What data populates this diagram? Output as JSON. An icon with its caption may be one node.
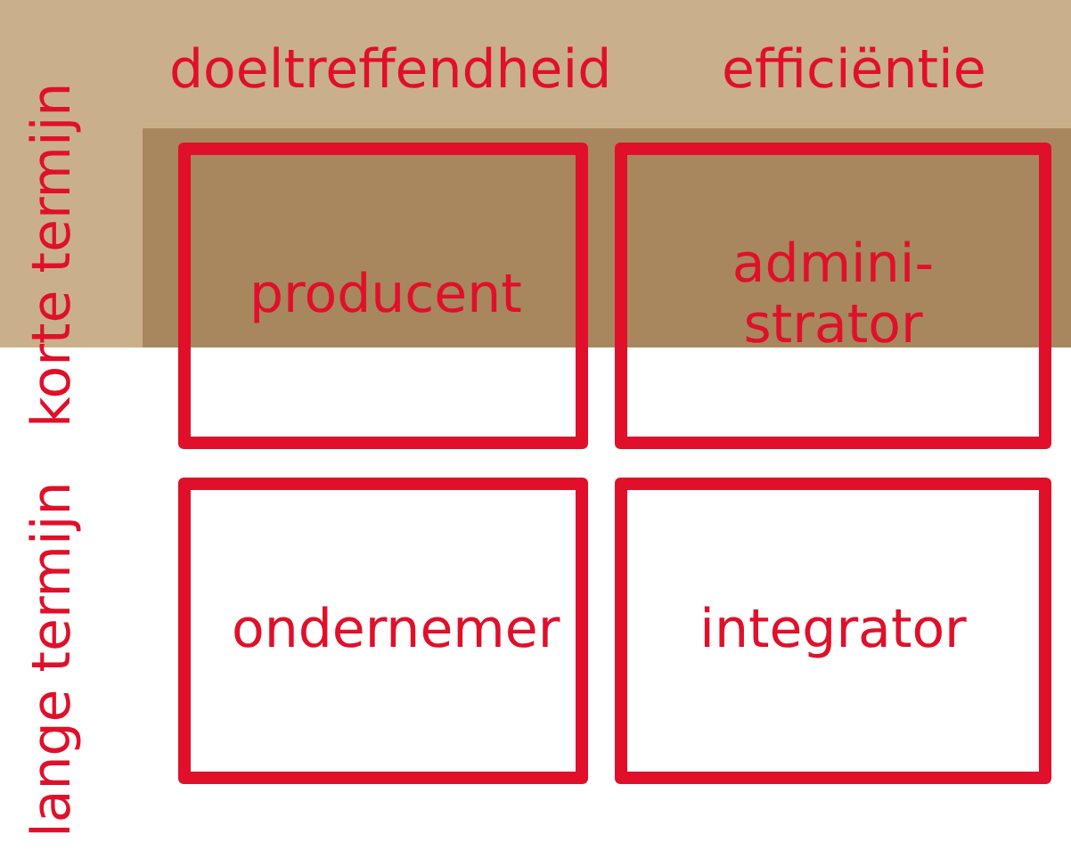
{
  "diagram": {
    "nodes": [
      {
        "text": [
          "producent"
        ]
      },
      {
        "text": [
          "admini- strator"
        ]
      },
      {
        "text": [
          "ondernemer"
        ]
      },
      {
        "text": [
          "integrator"
        ]
      }
    ],
    "labels": [
      "doeltreffendheid",
      "efficiëntie",
      "korte termijn",
      "lange termijn"
    ]
  }
}
